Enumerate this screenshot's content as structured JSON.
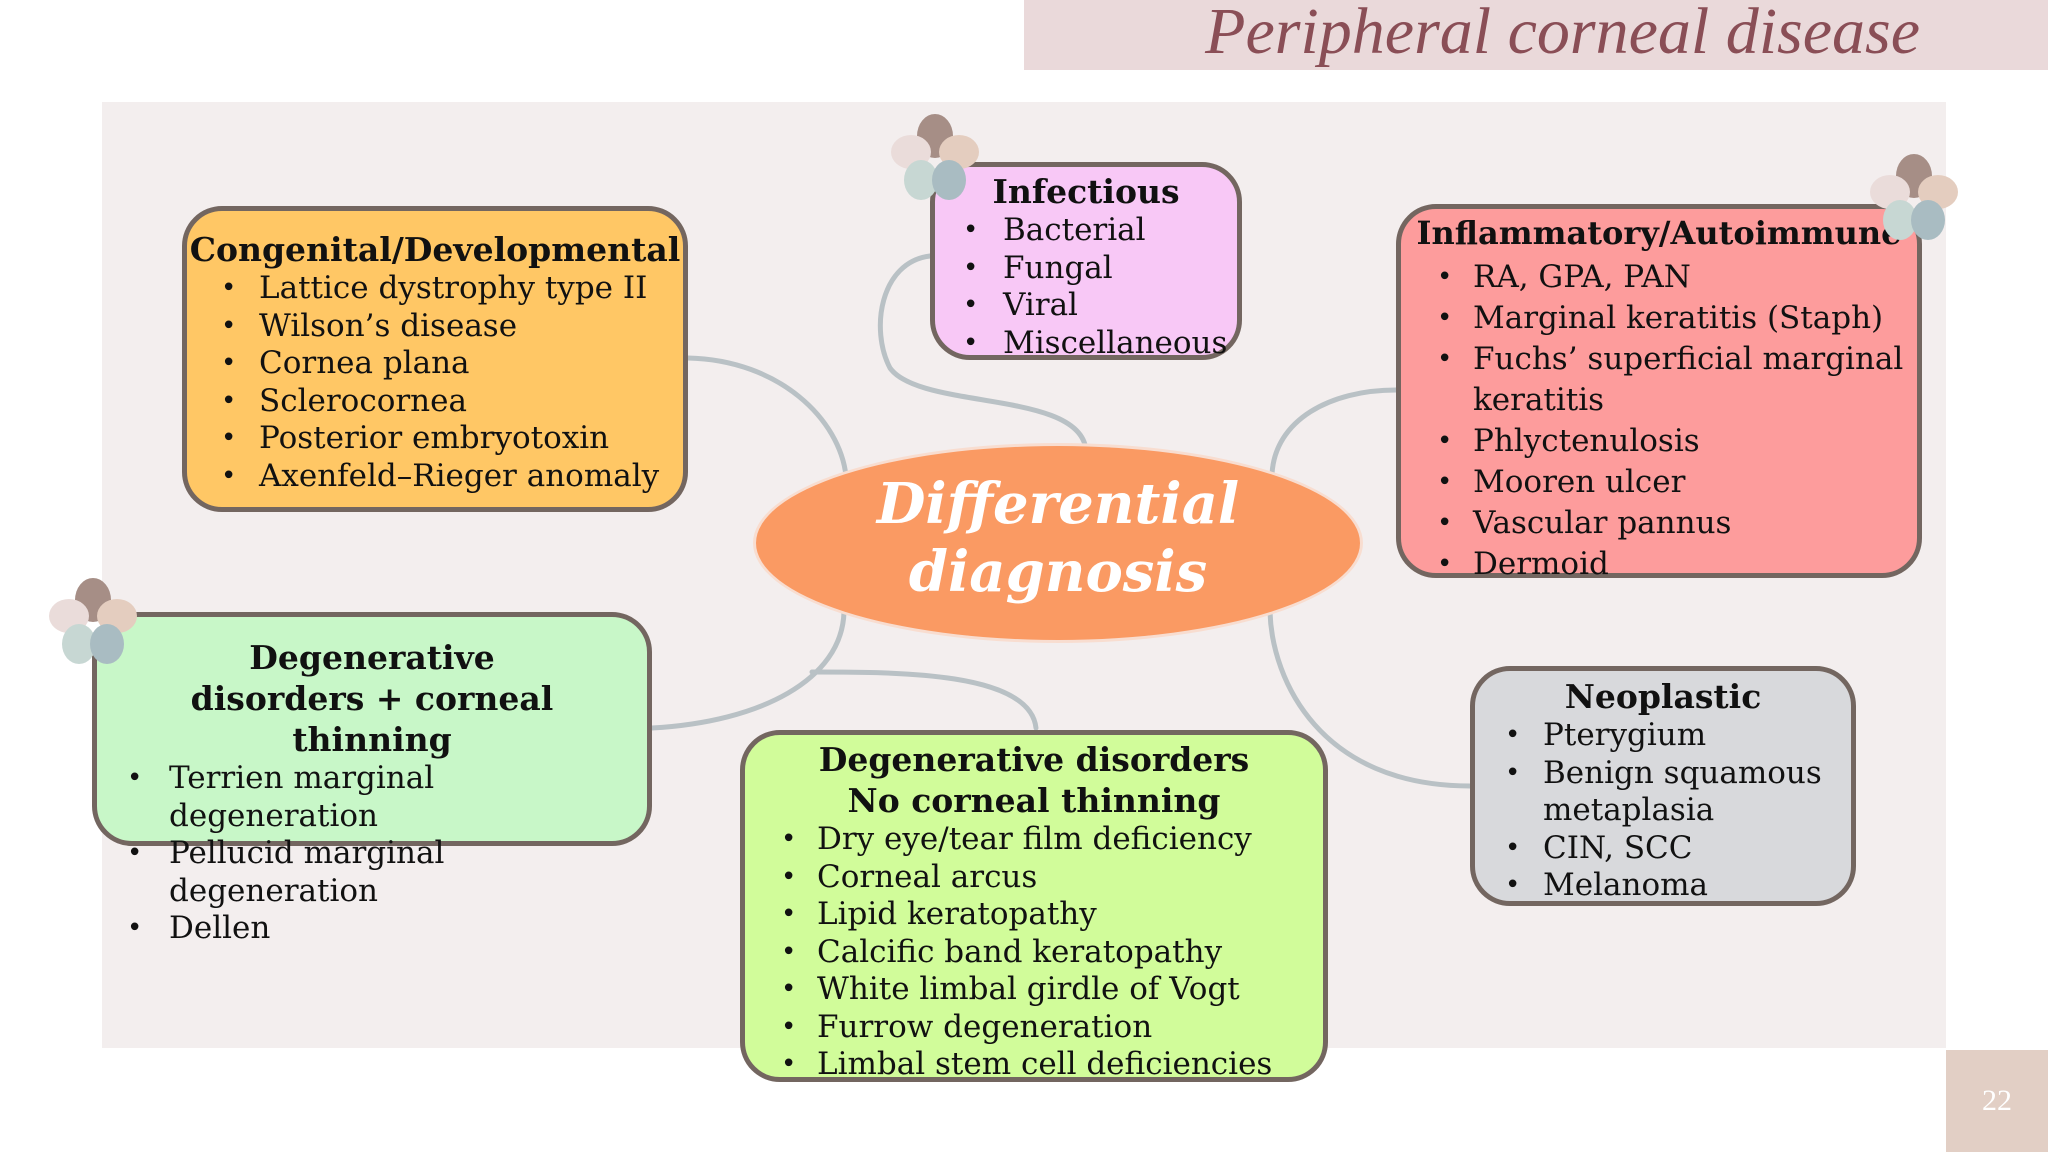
{
  "slide": {
    "title": "Peripheral corneal disease",
    "page_number": "22"
  },
  "center": {
    "label": "Differential diagnosis"
  },
  "boxes": {
    "congenital": {
      "title": "Congenital/Developmental",
      "items": [
        "Lattice dystrophy type II",
        "Wilson’s disease",
        "Cornea plana",
        "Sclerocornea",
        "Posterior embryotoxin",
        "Axenfeld–Rieger anomaly"
      ]
    },
    "infectious": {
      "title": "Infectious",
      "items": [
        "Bacterial",
        "Fungal",
        "Viral",
        "Miscellaneous"
      ]
    },
    "inflammatory": {
      "title": "Inflammatory/Autoimmune",
      "items": [
        "RA, GPA, PAN",
        "Marginal keratitis (Staph)",
        "Fuchs’ superficial marginal keratitis",
        "Phlyctenulosis",
        "Mooren ulcer",
        "Vascular pannus",
        "Dermoid"
      ]
    },
    "degen_thin": {
      "title": "Degenerative disorders + corneal thinning",
      "items": [
        "Terrien marginal degeneration",
        "Pellucid marginal degeneration",
        "Dellen"
      ]
    },
    "degen_nothin": {
      "title": "Degenerative disorders No corneal thinning",
      "items": [
        "Dry eye/tear film deficiency",
        "Corneal arcus",
        "Lipid keratopathy",
        "Calcific band keratopathy",
        "White limbal girdle of Vogt",
        "Furrow degeneration",
        "Limbal stem cell deficiencies"
      ]
    },
    "neoplastic": {
      "title": "Neoplastic",
      "items": [
        "Pterygium",
        "Benign squamous metaplasia",
        "CIN, SCC",
        "Melanoma"
      ]
    }
  },
  "colors": {
    "congenital": "#ffc765",
    "infectious": "#f8c8f6",
    "inflammatory": "#fd9c9c",
    "degen_thin": "#c8f7c8",
    "degen_nothin": "#d1fc9a",
    "neoplastic": "#d8d9dc",
    "center": "#fa9a63",
    "title": "#8a4e56"
  }
}
